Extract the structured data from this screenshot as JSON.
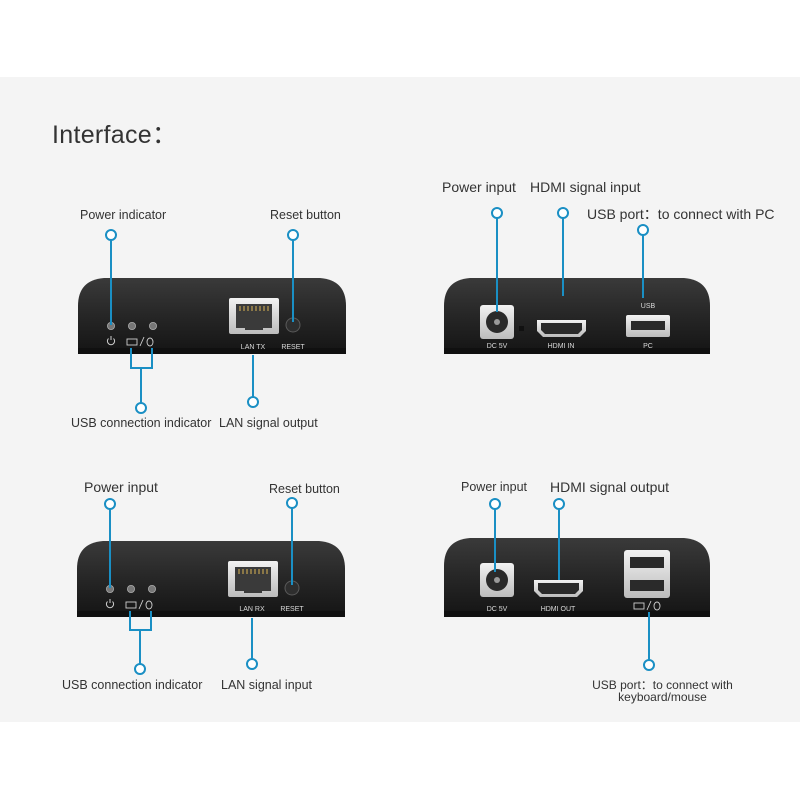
{
  "title": "Interface：",
  "panel_tl": {
    "labels": {
      "power_indicator": "Power indicator",
      "reset_button": "Reset button",
      "usb_indicator": "USB connection  indicator",
      "lan_output": "LAN signal output"
    },
    "port_text": {
      "lan": "LAN TX",
      "reset": "RESET"
    }
  },
  "panel_tr": {
    "labels": {
      "power_input": "Power input",
      "hdmi_input": "HDMI signal input",
      "usb_pc": "USB port：to connect with PC"
    },
    "port_text": {
      "dc": "DC 5V",
      "hdmi": "HDMI IN",
      "usb_top": "USB",
      "pc": "PC"
    }
  },
  "panel_bl": {
    "labels": {
      "power_input": "Power input",
      "reset_button": "Reset button",
      "usb_indicator": "USB connection indicator",
      "lan_input": "LAN signal  input"
    },
    "port_text": {
      "lan": "LAN RX",
      "reset": "RESET"
    }
  },
  "panel_br": {
    "labels": {
      "power_input": "Power input",
      "hdmi_output": "HDMI signal output",
      "usb_kbm_line1": "USB port：to connect with",
      "usb_kbm_line2": "keyboard/mouse"
    },
    "port_text": {
      "dc": "DC 5V",
      "hdmi": "HDMI OUT"
    }
  },
  "colors": {
    "callout": "#1a8fc4",
    "device_body": "#2a2a2a",
    "device_face": "#1c1c1c",
    "port_text": "#d8d8d8"
  }
}
